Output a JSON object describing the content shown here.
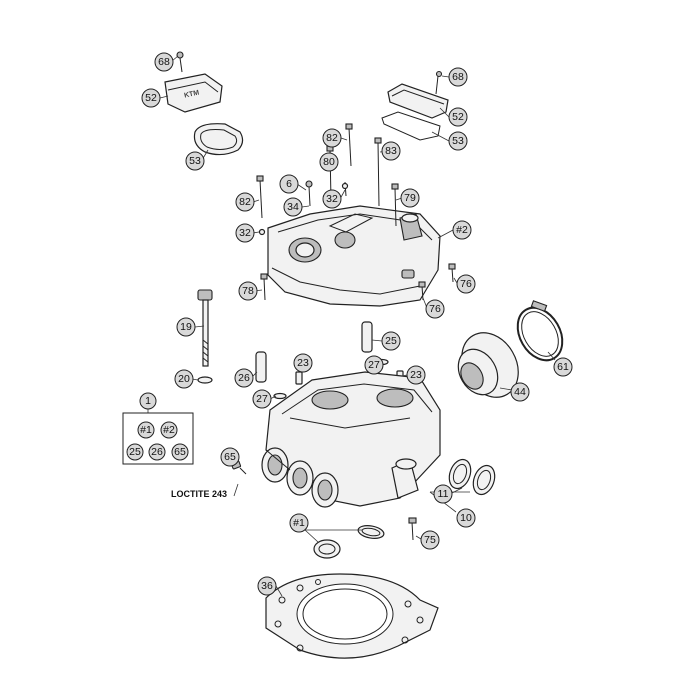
{
  "callouts": {
    "c68a": "68",
    "c52a": "52",
    "c53a": "53",
    "c68b": "68",
    "c52b": "52",
    "c53b": "53",
    "c82a": "82",
    "c80": "80",
    "c83": "83",
    "c6": "6",
    "c34": "34",
    "c32a": "32",
    "c79": "79",
    "c82b": "82",
    "c32b": "32",
    "c2": "#2",
    "c78": "78",
    "c76a": "76",
    "c76b": "76",
    "c19": "19",
    "c25": "25",
    "c23a": "23",
    "c23b": "23",
    "c26": "26",
    "c27a": "27",
    "c27b": "27",
    "c20": "20",
    "c61": "61",
    "c44": "44",
    "c1": "1",
    "k1": "#1",
    "k2": "#2",
    "k25": "25",
    "k26": "26",
    "k65": "65",
    "c65": "65",
    "c11": "11",
    "c10": "10",
    "c1b": "#1",
    "c75": "75",
    "c36": "36"
  },
  "notes": {
    "loctite": "LOCTITE 243"
  }
}
